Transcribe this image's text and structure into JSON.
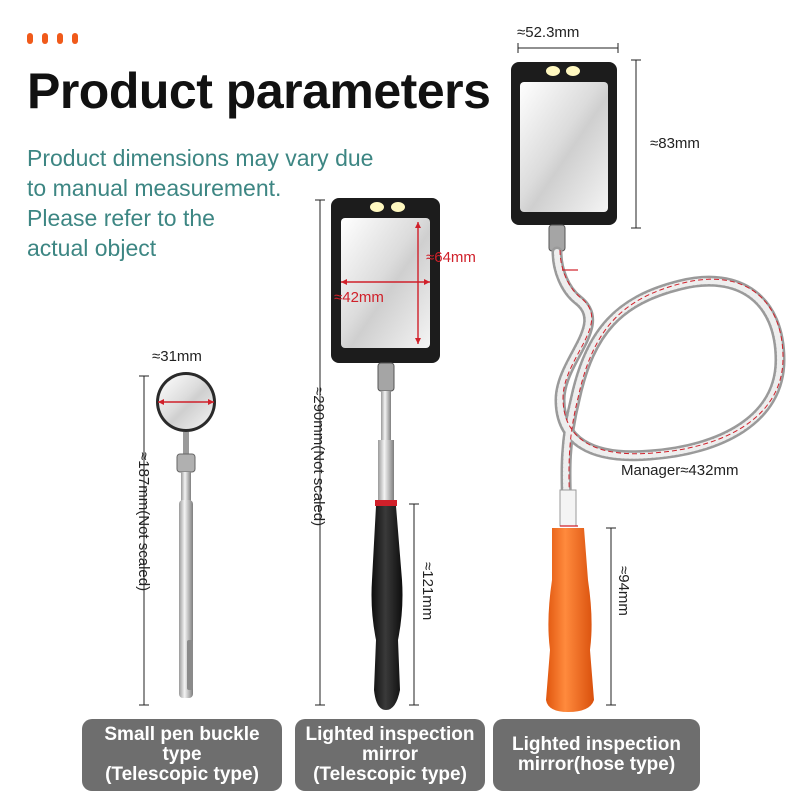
{
  "header": {
    "title": "Product parameters",
    "note_lines": [
      "Product dimensions may vary due",
      "to manual measurement.",
      "Please refer to the",
      "actual object"
    ],
    "accent_color": "#f05a1a",
    "note_color": "#3d8683"
  },
  "products": [
    {
      "label_lines": [
        "Small pen buckle",
        "type",
        "(Telescopic type)"
      ],
      "mirror_width": "≈31mm",
      "total_length": "≈187mm(Not scaled)"
    },
    {
      "label_lines": [
        "Lighted inspection",
        "mirror",
        "(Telescopic type)"
      ],
      "mirror_height": "≈64mm",
      "mirror_width": "≈42mm",
      "total_length": "≈290mm(Not scaled)",
      "handle_length": "≈121mm"
    },
    {
      "label_lines": [
        "Lighted inspection",
        "mirror(hose type)"
      ],
      "head_width": "≈52.3mm",
      "head_height": "≈83mm",
      "hose_length": "Manager≈432mm",
      "handle_length": "≈94mm"
    }
  ],
  "colors": {
    "label_bg": "#6e6e6e",
    "dimension_red": "#d0202a",
    "handle_orange": "#f26a1b",
    "handle_black": "#1a1a1a"
  }
}
